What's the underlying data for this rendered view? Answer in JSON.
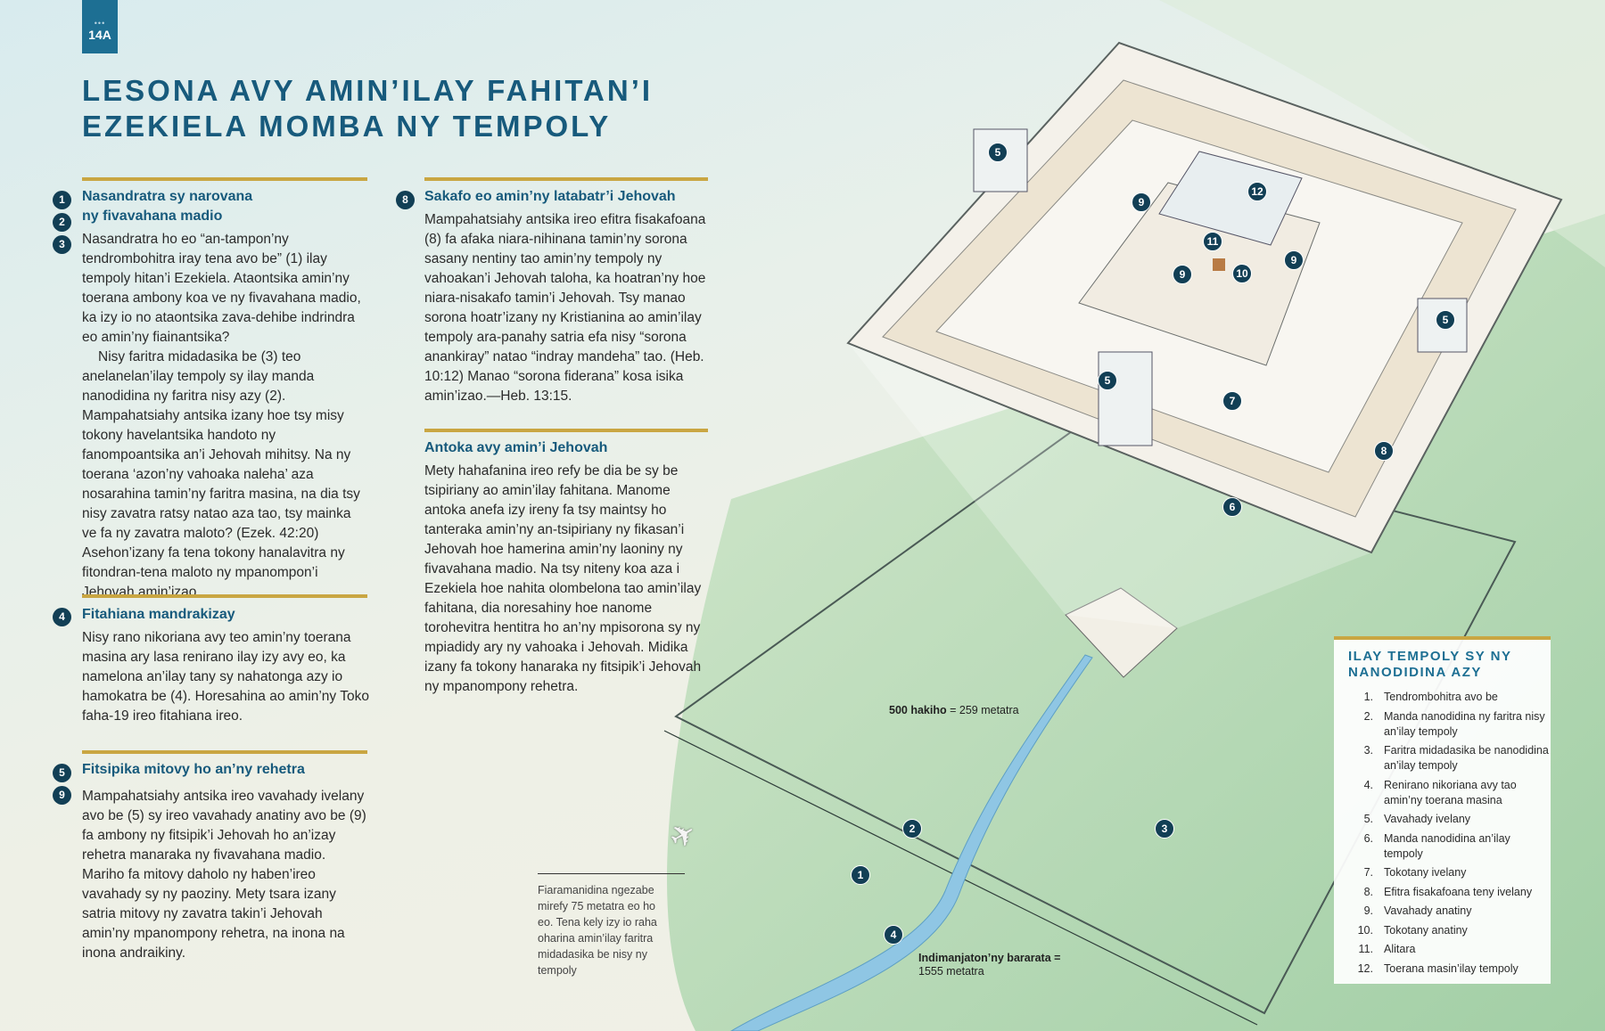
{
  "badge": {
    "label": "14A"
  },
  "title": {
    "line1": "LESONA AVY AMIN’ILAY FAHITAN’I",
    "line2": "EZEKIELA MOMBA NY TEMPOLY"
  },
  "sections": {
    "s1": {
      "markers": [
        "1",
        "2",
        "3"
      ],
      "heading1": "Nasandratra sy narovana",
      "heading2": "ny fivavahana madio",
      "p1": "Nasandratra ho eo “an-tampon’ny tendrombohitra iray tena avo be” (1) ilay tempoly hitan’i Ezekiela. Ataontsika amin’ny toerana ambony koa ve ny fivavahana madio, ka izy io no ataontsika zava-dehibe indrindra eo amin’ny fiainantsika?",
      "p2": "Nisy faritra midadasika be (3) teo anelanelan’ilay tempoly sy ilay manda nanodidina ny faritra nisy azy (2). Mampahatsiahy antsika izany hoe tsy misy tokony havelantsika handoto ny fanompoantsika an’i Jehovah mihitsy. Na ny toerana ‘azon’ny vahoaka naleha’ aza nosarahina tamin’ny faritra masina, na dia tsy nisy zavatra ratsy natao aza tao, tsy mainka ve fa ny zavatra maloto? (Ezek. 42:20) Asehon’izany fa tena tokony hanalavitra ny fitondran-tena maloto ny mpanompon’i Jehovah amin’izao."
    },
    "s4": {
      "marker": "4",
      "heading": "Fitahiana mandrakizay",
      "p1": "Nisy rano nikoriana avy teo amin’ny toerana masina ary lasa renirano ilay izy avy eo, ka namelona an’ilay tany sy nahatonga azy io hamokatra be (4). Horesahina ao amin’ny Toko faha-19 ireo fitahiana ireo."
    },
    "s5": {
      "markers": [
        "5",
        "9"
      ],
      "heading": "Fitsipika mitovy ho an’ny rehetra",
      "p1": "Mampahatsiahy antsika ireo vavahady ivelany avo be (5) sy ireo vavahady anatiny avo be (9) fa ambony ny fitsipik’i Jehovah ho an’izay rehetra manaraka ny fivavahana madio. Mariho fa mitovy daholo ny haben’ireo vavahady sy ny paoziny. Mety tsara izany satria mitovy ny zavatra takin’i Jehovah amin’ny mpanompony rehetra, na inona na inona andraikiny."
    },
    "s8": {
      "marker": "8",
      "heading": "Sakafo eo amin’ny latabatr’i Jehovah",
      "p1": "Mampahatsiahy antsika ireo efitra fisakafoana (8) fa afaka niara-nihinana tamin’ny sorona sasany nentiny tao amin’ny tempoly ny vahoakan’i Jehovah taloha, ka hoatran’ny hoe niara-nisakafo tamin’i Jehovah. Tsy manao sorona hoatr’izany ny Kristianina ao amin’ilay tempoly ara-panahy satria efa nisy “sorona anankiray” natao “indray mandeha” tao. (Heb. 10:12) Manao “sorona fiderana” kosa isika amin’izao.—Heb. 13:15."
    },
    "s_antoka": {
      "heading": "Antoka avy amin’i Jehovah",
      "p1": "Mety hahafanina ireo refy be dia be sy be tsipiriany ao amin’ilay fahitana. Manome antoka anefa izy ireny fa tsy maintsy ho tanteraka amin’ny an-tsipiriany ny fikasan’i Jehovah hoe hamerina amin’ny laoniny ny fivavahana madio. Na tsy niteny koa aza i Ezekiela hoe nahita olombelona tao amin’ilay fahitana, dia noresahiny hoe nanome torohevitra hentitra ho an’ny mpisorona sy ny mpiadidy ary ny vahoaka i Jehovah. Midika izany fa tokony hanaraka ny fitsipik’i Jehovah ny mpanompony rehetra."
    }
  },
  "diagram": {
    "markers": [
      "5",
      "9",
      "12",
      "11",
      "9",
      "10",
      "9",
      "5",
      "5",
      "7",
      "8",
      "6",
      "2",
      "3",
      "1",
      "4"
    ],
    "scale_bold": "500 hakiho",
    "scale_rest": "= 259 metatra",
    "distance_bold": "Indimanjaton’ny bararata =",
    "distance_rest": "1555 metatra",
    "plane_caption": "Fiaramanidina ngezabe mirefy 75 metatra eo ho eo. Tena kely izy io raha oharina amin’ilay faritra midadasika be nisy ny tempoly",
    "plane_icon": "airplane-icon"
  },
  "legend": {
    "title1": "ILAY TEMPOLY SY NY",
    "title2": "NANODIDINA AZY",
    "items": [
      {
        "n": "1.",
        "t": "Tendrombohitra avo be"
      },
      {
        "n": "2.",
        "t": "Manda nanodidina ny faritra nisy an’ilay tempoly"
      },
      {
        "n": "3.",
        "t": "Faritra midadasika be nanodidina an’ilay tempoly"
      },
      {
        "n": "4.",
        "t": "Renirano nikoriana avy tao amin’ny toerana masina"
      },
      {
        "n": "5.",
        "t": "Vavahady ivelany"
      },
      {
        "n": "6.",
        "t": "Manda nanodidina an’ilay tempoly"
      },
      {
        "n": "7.",
        "t": "Tokotany ivelany"
      },
      {
        "n": "8.",
        "t": "Efitra fisakafoana teny ivelany"
      },
      {
        "n": "9.",
        "t": "Vavahady anatiny"
      },
      {
        "n": "10.",
        "t": "Tokotany anatiny"
      },
      {
        "n": "11.",
        "t": "Alitara"
      },
      {
        "n": "12.",
        "t": "Toerana masin’ilay tempoly"
      }
    ]
  },
  "colors": {
    "accent": "#175a7c",
    "gold": "#c9a642",
    "marker": "#123f55",
    "land": "#a9d4a8"
  }
}
